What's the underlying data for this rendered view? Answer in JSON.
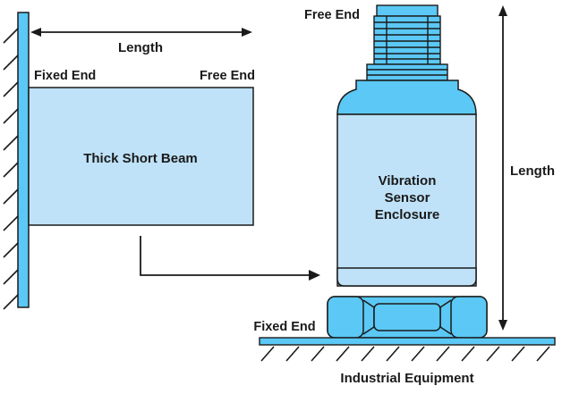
{
  "beam": {
    "length_label": "Length",
    "fixed_end_label": "Fixed End",
    "free_end_label": "Free End",
    "beam_label": "Thick Short Beam"
  },
  "sensor": {
    "free_end_label": "Free End",
    "length_label": "Length",
    "enclosure_label_line1": "Vibration",
    "enclosure_label_line2": "Sensor",
    "enclosure_label_line3": "Enclosure",
    "fixed_end_label": "Fixed End",
    "base_label": "Industrial Equipment"
  },
  "colors": {
    "body_fill": "#bfe2f8",
    "body_stroke": "#1a1a1a",
    "accent_fill": "#5bc8f5",
    "line": "#1a1a1a"
  }
}
